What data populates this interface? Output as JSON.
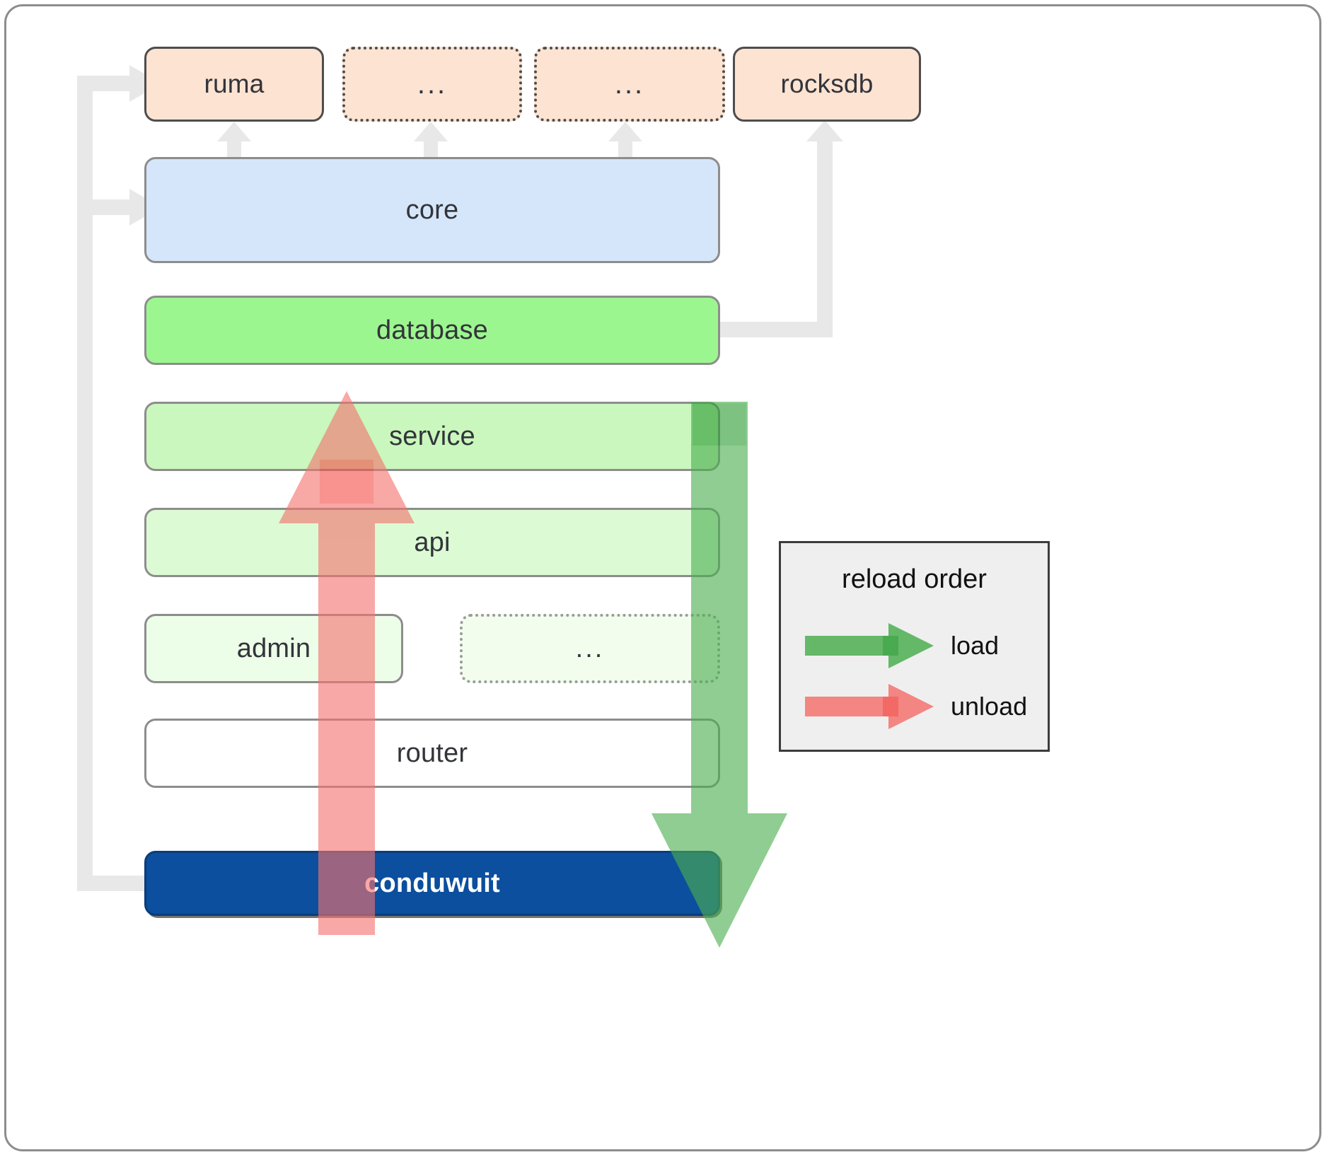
{
  "diagram": {
    "title": "conduwuit module / crate reload architecture",
    "colors": {
      "crate_fill": "#fce3d2",
      "crate_border": "#4d4d4d",
      "core_fill": "#d5e6fa",
      "database_fill": "#9cf68f",
      "service_fill": "#c9f7bd",
      "api_fill": "#dcfbd4",
      "admin_fill": "#ecfde8",
      "router_fill": "#ffffff",
      "conduwuit_fill": "#0b4f9e",
      "node_border": "#8d8d8d",
      "connector": "#e8e8e8",
      "load_arrow": "#4caf50",
      "unload_arrow": "#f4736f",
      "legend_fill": "#efefef",
      "legend_border": "#3c3c3c",
      "frame_border": "#8d8d8d"
    },
    "crates": [
      {
        "label": "ruma",
        "style": "solid"
      },
      {
        "label": "...",
        "style": "dotted"
      },
      {
        "label": "...",
        "style": "dotted"
      },
      {
        "label": "rocksdb",
        "style": "solid"
      }
    ],
    "layers": [
      {
        "label": "core",
        "fill": "#d5e6fa",
        "style": "solid"
      },
      {
        "label": "database",
        "fill": "#9cf68f",
        "style": "solid"
      },
      {
        "label": "service",
        "fill": "#c9f7bd",
        "style": "solid"
      },
      {
        "label": "api",
        "fill": "#dcfbd4",
        "style": "solid"
      },
      {
        "label": "admin",
        "fill": "#ecfde8",
        "style": "solid"
      },
      {
        "label": "...",
        "fill": "#f2fdee",
        "style": "dotted"
      },
      {
        "label": "router",
        "fill": "#ffffff",
        "style": "solid"
      }
    ],
    "root": {
      "label": "conduwuit"
    },
    "legend": {
      "title": "reload order",
      "items": [
        {
          "label": "load",
          "color": "#4caf50",
          "direction": "down"
        },
        {
          "label": "unload",
          "color": "#f4736f",
          "direction": "up"
        }
      ]
    },
    "flows": {
      "load_description": "load proceeds downward from database through service, api, ... to router",
      "unload_description": "unload proceeds upward from router through admin, api, service to database"
    }
  }
}
